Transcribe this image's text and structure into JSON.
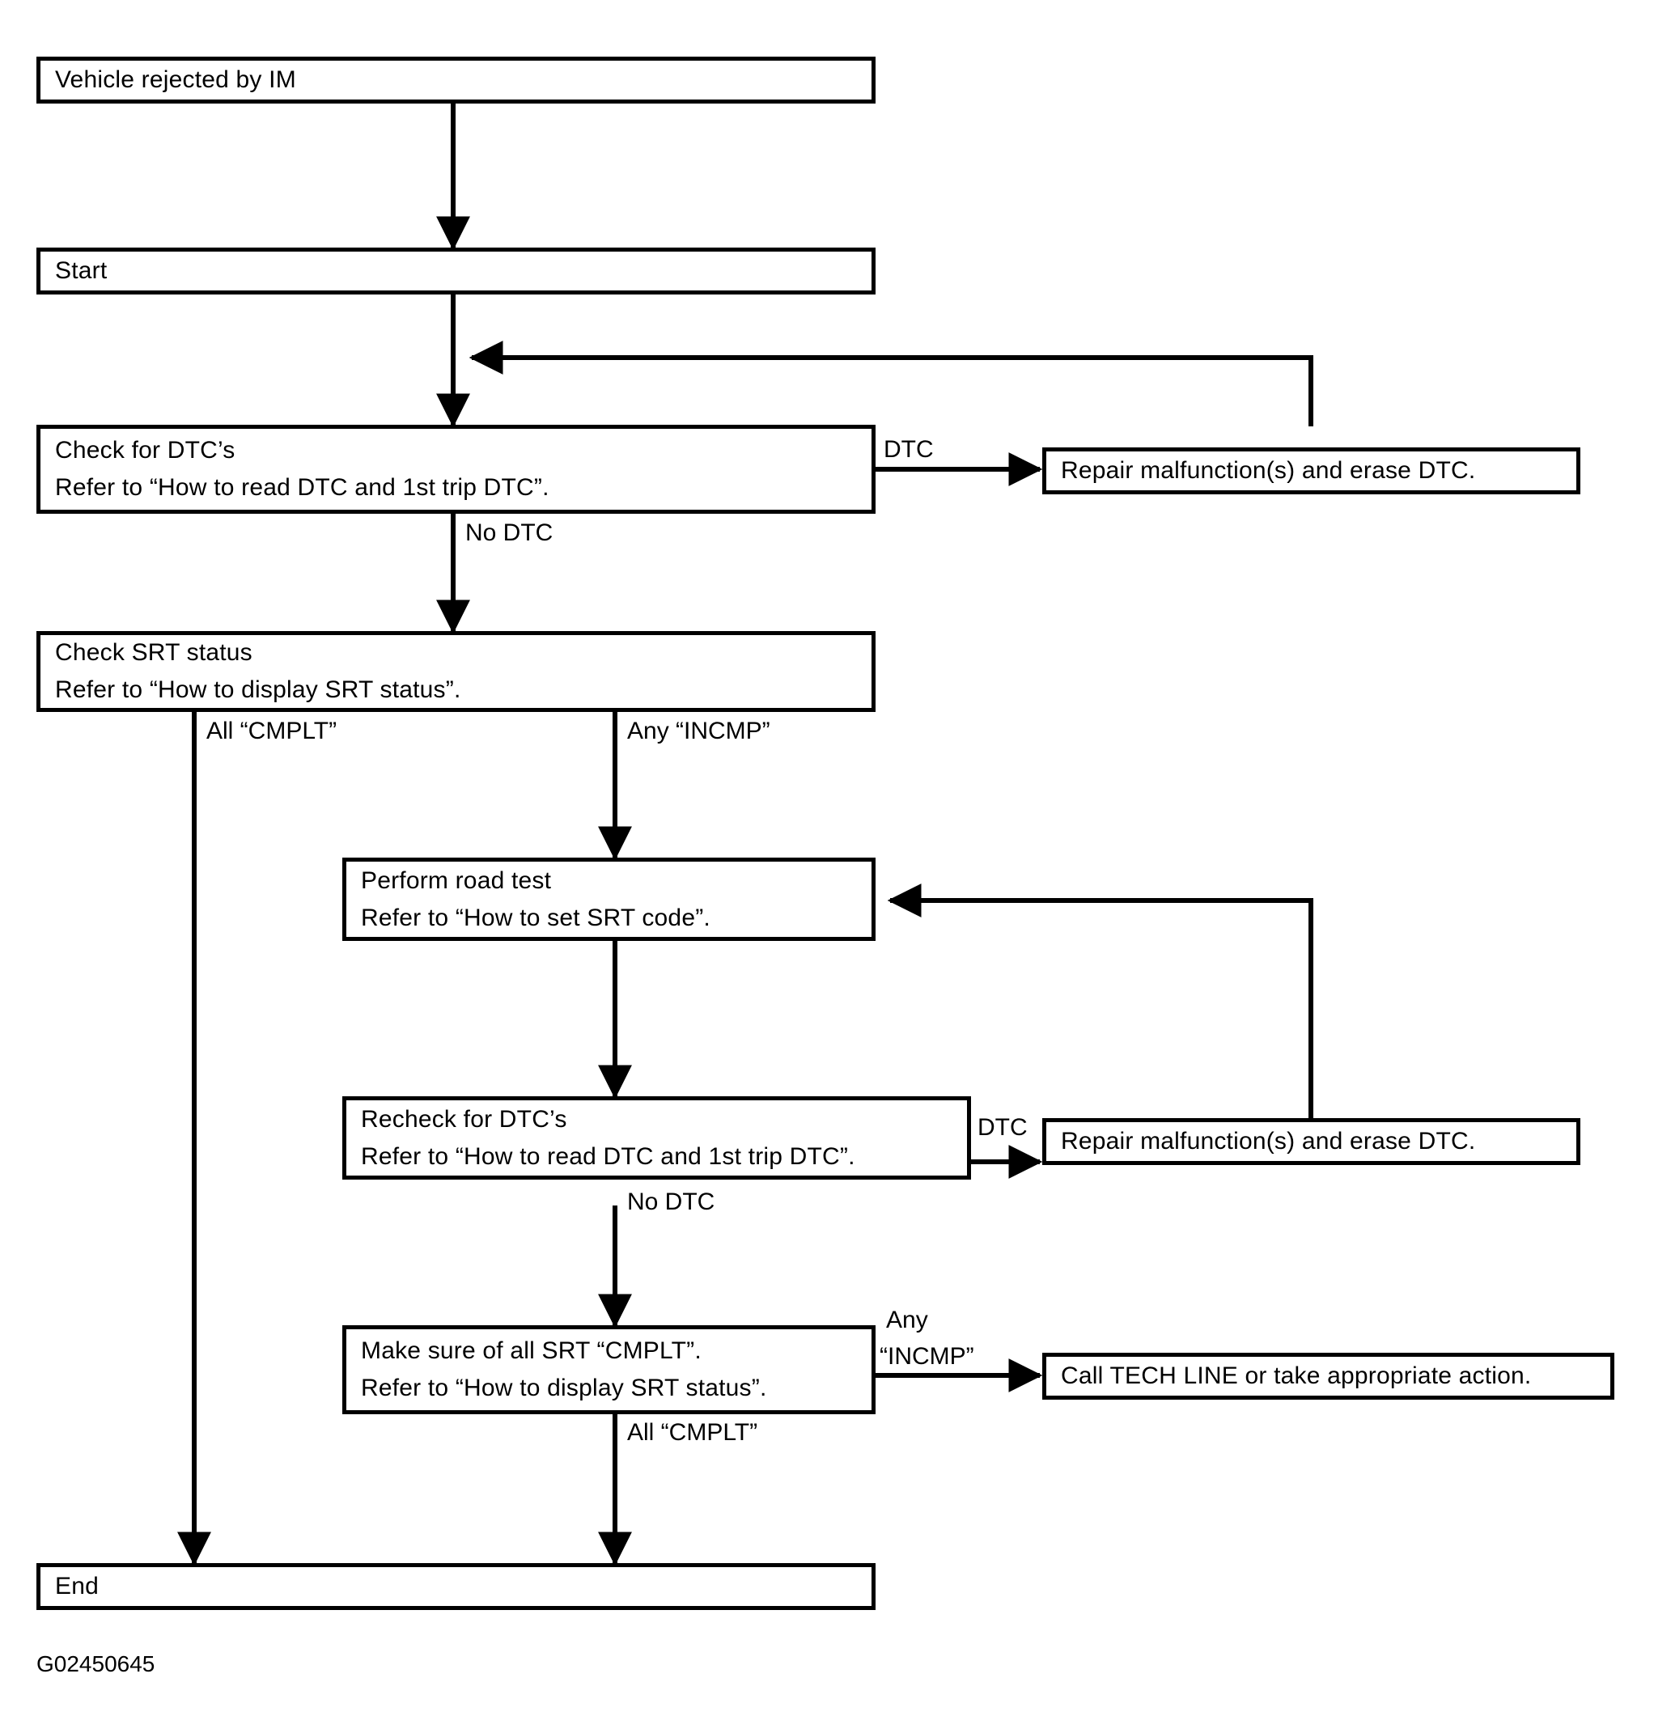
{
  "diagram": {
    "title_code": "G02450645",
    "type": "flowchart",
    "orientation": "top-to-bottom",
    "line_color": "#000000",
    "box_fill": "#ffffff",
    "nodes": [
      {
        "id": "vehicle_rejected",
        "lines": [
          "Vehicle rejected by IM"
        ]
      },
      {
        "id": "start",
        "lines": [
          "Start"
        ]
      },
      {
        "id": "check_dtc",
        "lines": [
          "Check for DTC’s",
          "Refer to “How to read DTC and 1st trip DTC”."
        ]
      },
      {
        "id": "repair_1",
        "lines": [
          "Repair malfunction(s) and erase DTC."
        ]
      },
      {
        "id": "check_srt",
        "lines": [
          "Check SRT status",
          "Refer to “How to display SRT status”."
        ]
      },
      {
        "id": "road_test",
        "lines": [
          "Perform road test",
          "Refer to “How to set SRT code”."
        ]
      },
      {
        "id": "recheck_dtc",
        "lines": [
          "Recheck for DTC’s",
          "Refer to “How to read DTC and 1st trip DTC”."
        ]
      },
      {
        "id": "repair_2",
        "lines": [
          "Repair malfunction(s) and erase DTC."
        ]
      },
      {
        "id": "make_sure_srt",
        "lines": [
          "Make sure of all SRT “CMPLT”.",
          "Refer to “How to display SRT status”."
        ]
      },
      {
        "id": "tech_line",
        "lines": [
          "Call TECH LINE or take appropriate action."
        ]
      },
      {
        "id": "end",
        "lines": [
          "End"
        ]
      }
    ],
    "edge_labels": [
      {
        "id": "dtc_1",
        "text": "DTC"
      },
      {
        "id": "no_dtc_1",
        "text": "No DTC"
      },
      {
        "id": "all_cmplt_1",
        "text": "All “CMPLT”"
      },
      {
        "id": "any_incmp_1",
        "text": "Any “INCMP”"
      },
      {
        "id": "dtc_2",
        "text": "DTC"
      },
      {
        "id": "no_dtc_2",
        "text": "No DTC"
      },
      {
        "id": "any_incmp_2_l1",
        "text": "Any"
      },
      {
        "id": "any_incmp_2_l2",
        "text": "“INCMP”"
      },
      {
        "id": "all_cmplt_2",
        "text": "All “CMPLT”"
      }
    ]
  }
}
